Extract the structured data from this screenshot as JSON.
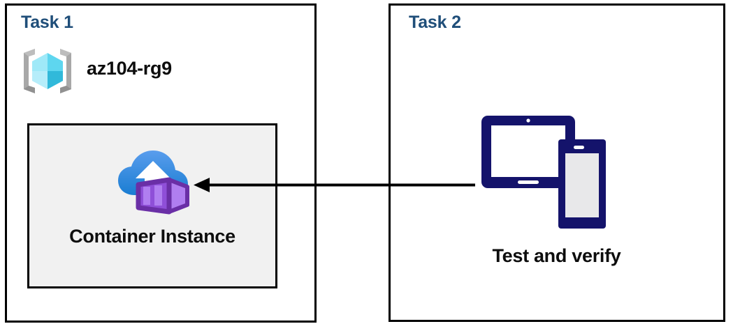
{
  "diagram": {
    "background_color": "#ffffff",
    "panels": [
      {
        "id": "task1",
        "title": "Task 1",
        "title_color": "#1f4e79",
        "border_color": "#000000",
        "resource_group": {
          "icon": "azure-resource-group-icon",
          "label": "az104-rg9",
          "icon_colors": {
            "bracket": "#a0a0a0",
            "cube_top_left": "#9ce7f7",
            "cube_top_right": "#50d4ee",
            "cube_bottom_left": "#aeeaf7",
            "cube_bottom_right": "#2fb8d9"
          }
        },
        "resource_card": {
          "icon": "azure-container-instance-icon",
          "label": "Container Instance",
          "fill_color": "#f1f1f1",
          "border_color": "#000000",
          "icon_colors": {
            "cloud_top": "#4f97ea",
            "cloud_bottom": "#1b7ed2",
            "arrow": "#ffffff",
            "container_front": "#a266e8",
            "container_side": "#b98df0",
            "container_outline": "#6b2fa8",
            "container_slat": "#a97ee0"
          }
        }
      },
      {
        "id": "task2",
        "title": "Task 2",
        "title_color": "#1f4e79",
        "border_color": "#000000",
        "device": {
          "icon": "tablet-and-phone-icon",
          "label": "Test and verify",
          "icon_colors": {
            "body": "#14136b",
            "tablet_screen": "#ffffff",
            "phone_screen": "#e8e8ea"
          }
        }
      }
    ],
    "connector": {
      "name": "arrow-task2-to-task1",
      "direction": "right-to-left",
      "color": "#000000",
      "from": "Test and verify",
      "to": "Container Instance"
    }
  }
}
